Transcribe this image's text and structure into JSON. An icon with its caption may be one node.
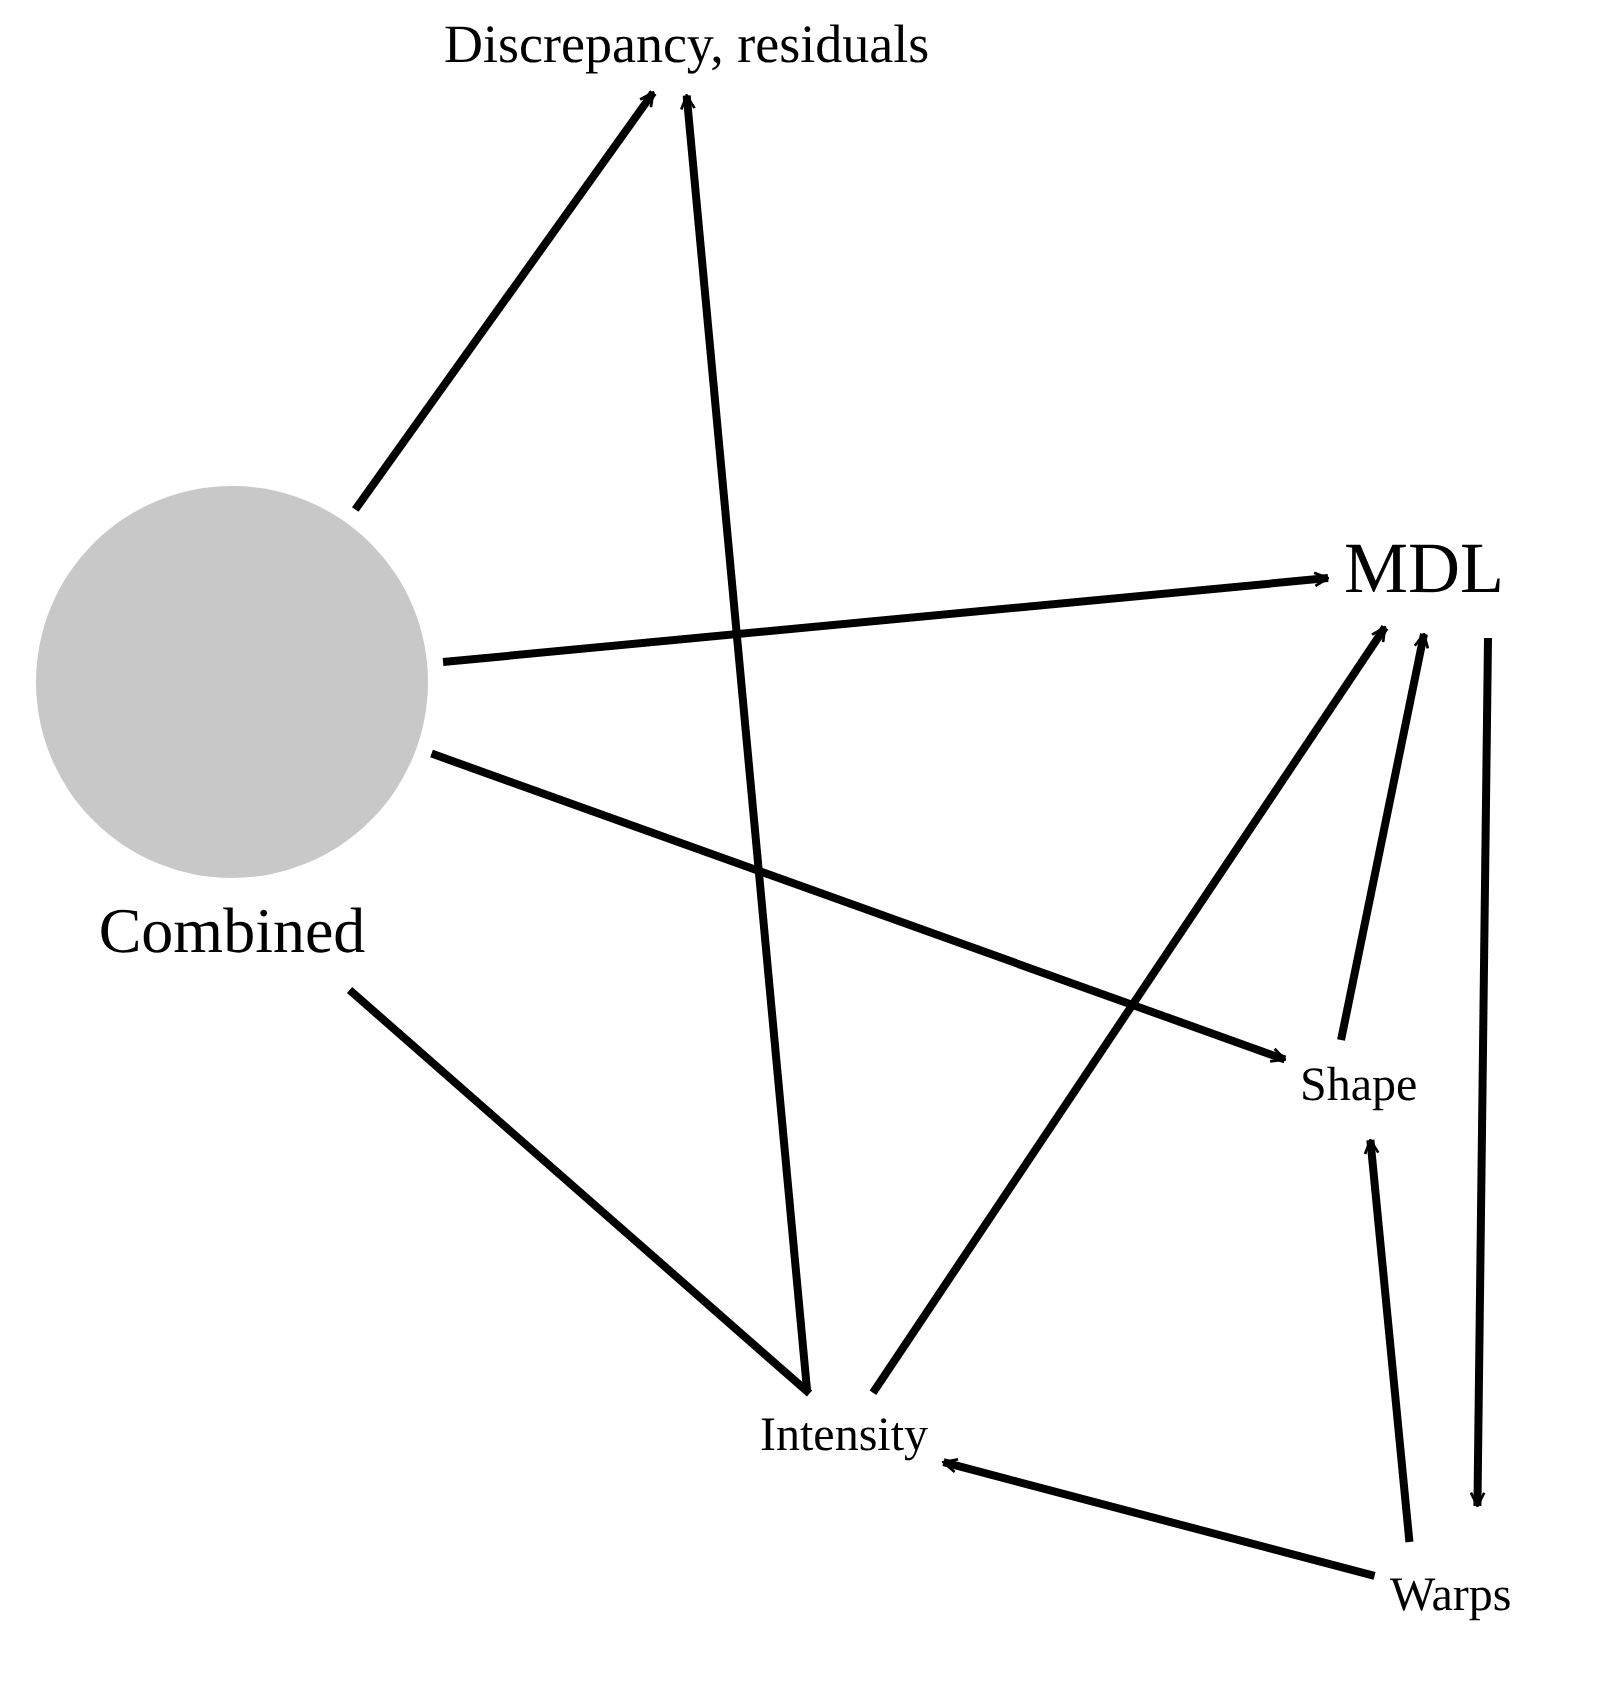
{
  "diagram": {
    "nodes": [
      {
        "text": [
          "Discrepancy, residuals"
        ]
      },
      {
        "text": [
          "Combined"
        ]
      },
      {
        "text": [
          "MDL"
        ]
      },
      {
        "text": [
          "Shape"
        ]
      },
      {
        "text": [
          "Intensity"
        ]
      },
      {
        "text": [
          "Warps"
        ]
      }
    ],
    "edges": [
      {
        "from": 1,
        "to": 0,
        "arrow": "to"
      },
      {
        "from": 4,
        "to": 0,
        "arrow": "to"
      },
      {
        "from": 1,
        "to": 2,
        "arrow": "to"
      },
      {
        "from": 1,
        "to": 3,
        "arrow": "to"
      },
      {
        "from": 1,
        "to": 4,
        "arrow": "none"
      },
      {
        "from": 4,
        "to": 2,
        "arrow": "to"
      },
      {
        "from": 3,
        "to": 2,
        "arrow": "to"
      },
      {
        "from": 2,
        "to": 5,
        "arrow": "to"
      },
      {
        "from": 5,
        "to": 3,
        "arrow": "to"
      },
      {
        "from": 5,
        "to": 4,
        "arrow": "to"
      }
    ]
  }
}
